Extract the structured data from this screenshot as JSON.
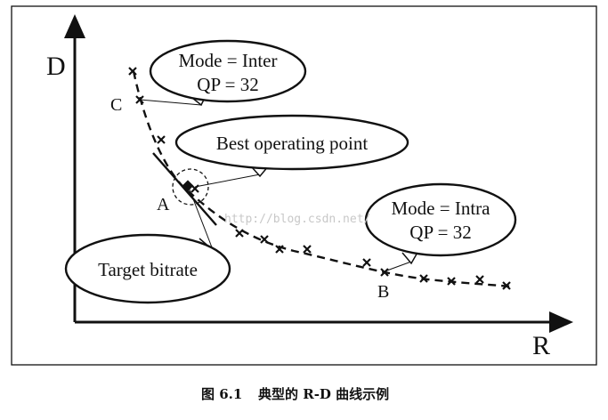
{
  "figure": {
    "axis_y_label": "D",
    "axis_x_label": "R",
    "point_labels": {
      "a": "A",
      "b": "B",
      "c": "C"
    },
    "callouts": {
      "inter": [
        "Mode = Inter",
        "QP = 32"
      ],
      "best": "Best operating point",
      "intra": [
        "Mode = Intra",
        "QP = 32"
      ],
      "target": "Target bitrate"
    },
    "watermark": "http://blog.csdn.net/",
    "caption_number": "图 6.1",
    "caption_text": "典型的 R-D 曲线示例"
  }
}
